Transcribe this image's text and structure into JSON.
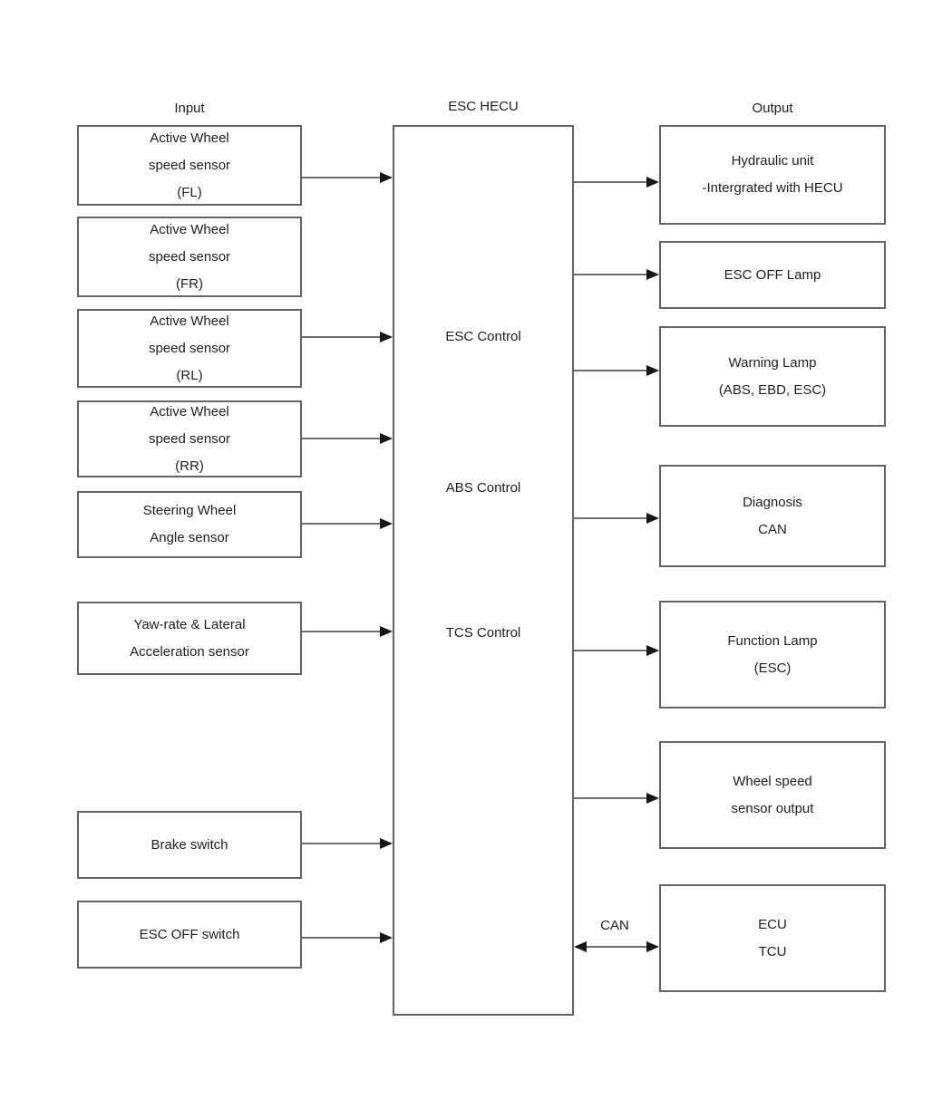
{
  "diagram": {
    "headers": {
      "input": "Input",
      "center": "ESC HECU",
      "output": "Output"
    },
    "inputs": [
      {
        "lines": [
          "Active Wheel",
          "speed sensor",
          "(FL)"
        ]
      },
      {
        "lines": [
          "Active Wheel",
          "speed sensor",
          "(FR)"
        ]
      },
      {
        "lines": [
          "Active Wheel",
          "speed sensor",
          "(RL)"
        ]
      },
      {
        "lines": [
          "Active Wheel",
          "speed sensor",
          "(RR)"
        ]
      },
      {
        "lines": [
          "Steering Wheel",
          "Angle sensor"
        ]
      },
      {
        "lines": [
          "Yaw-rate & Lateral",
          "Acceleration sensor"
        ]
      },
      {
        "lines": [
          "Brake switch"
        ]
      },
      {
        "lines": [
          "ESC OFF switch"
        ]
      }
    ],
    "hecu_functions": [
      "ESC Control",
      "ABS Control",
      "TCS Control"
    ],
    "outputs": [
      {
        "lines": [
          "Hydraulic unit",
          "-Intergrated with HECU"
        ]
      },
      {
        "lines": [
          "ESC OFF Lamp"
        ]
      },
      {
        "lines": [
          "Warning Lamp",
          "(ABS, EBD, ESC)"
        ]
      },
      {
        "lines": [
          "Diagnosis",
          "CAN"
        ]
      },
      {
        "lines": [
          "Function Lamp",
          "(ESC)"
        ]
      },
      {
        "lines": [
          "Wheel speed",
          "sensor output"
        ]
      },
      {
        "lines": [
          "ECU",
          "TCU"
        ]
      }
    ],
    "can_bus_label": "CAN",
    "colors": {
      "box_border": "#636363",
      "text": "#1f1f1f",
      "arrow_line": "#6e6e6e",
      "arrow_head": "#161616",
      "background": "#fdfdfd"
    }
  }
}
